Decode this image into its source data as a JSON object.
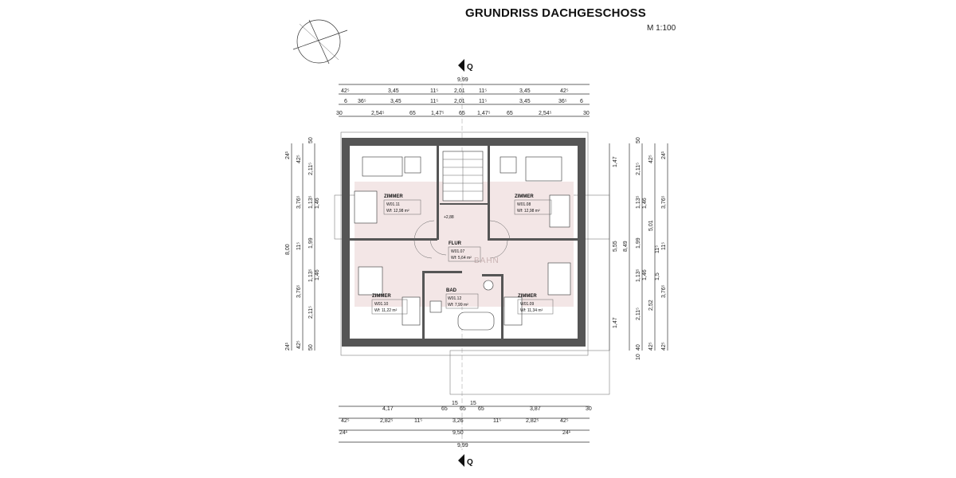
{
  "header": {
    "title": "GRUNDRISS DACHGESCHOSS",
    "scale": "M 1:100"
  },
  "section_marker": {
    "top": "Q",
    "bottom": "Q"
  },
  "top_dims": {
    "overall": "9,99",
    "row1": [
      "42⁵",
      "3,45",
      "11⁵",
      "2,01",
      "11⁵",
      "3,45",
      "42⁵"
    ],
    "row2": [
      "6",
      "36⁵",
      "3,45",
      "11⁵",
      "2,01",
      "11⁵",
      "3,45",
      "36⁵",
      "6"
    ],
    "row3": [
      "30",
      "2,54⁵",
      "65",
      "1,47⁵",
      "65",
      "1,47⁵",
      "65",
      "2,54⁵",
      "30"
    ]
  },
  "bottom_dims": {
    "row1": [
      "4,17",
      "65",
      "15",
      "65",
      "15",
      "65",
      "3,87",
      "30"
    ],
    "row2": [
      "42⁵",
      "2,82⁵",
      "11⁵",
      "3,26",
      "11⁵",
      "2,82⁵",
      "42⁵"
    ],
    "row3": [
      "24¹",
      "9,50",
      "24¹"
    ],
    "overall": "9,99"
  },
  "left_dims": {
    "outer": [
      "24¹",
      "8,00",
      "24¹"
    ],
    "mid": [
      "42⁵",
      "3,76⁵",
      "11⁵",
      "3,76⁵",
      "42⁵"
    ],
    "inner": [
      "50",
      "2,11⁵",
      "1,13⁵",
      "1,46",
      "1,99",
      "1,46",
      "1,13⁵",
      "2,11⁵",
      "50"
    ]
  },
  "right_dims": {
    "outer": [
      "50",
      "2,11⁵",
      "1,13⁵",
      "1,46",
      "1,99",
      "1,46",
      "1,13⁵",
      "2,11⁵",
      "40",
      "10"
    ],
    "mid": [
      "42⁵",
      "5,01",
      "2,52",
      "42⁵"
    ],
    "inner": [
      "24¹",
      "3,76⁵",
      "11⁵",
      "3,76⁵",
      "42⁵"
    ],
    "flat": [
      "1,47",
      "5,55",
      "1,47"
    ],
    "total": "8,49",
    "extra": [
      "11⁵",
      "1,5"
    ]
  },
  "rooms": [
    {
      "name": "ZIMMER",
      "code": "W01.11",
      "area": "Wf: 12,98 m²"
    },
    {
      "name": "ZIMMER",
      "code": "W01.08",
      "area": "Wf: 12,98 m²"
    },
    {
      "name": "FLUR",
      "code": "W01.07",
      "area": "Wf: 5,64 m²"
    },
    {
      "name": "ZIMMER",
      "code": "W01.10",
      "area": "Wf: 11,22 m²"
    },
    {
      "name": "BAD",
      "code": "W01.12",
      "area": "Wf: 7,99 m²"
    },
    {
      "name": "ZIMMER",
      "code": "W01.09",
      "area": "Wf: 11,34 m²"
    }
  ],
  "level_mark": "+2,88",
  "colors": {
    "wall": "#555555",
    "shade": "#f3e6e6",
    "line": "#333333"
  }
}
